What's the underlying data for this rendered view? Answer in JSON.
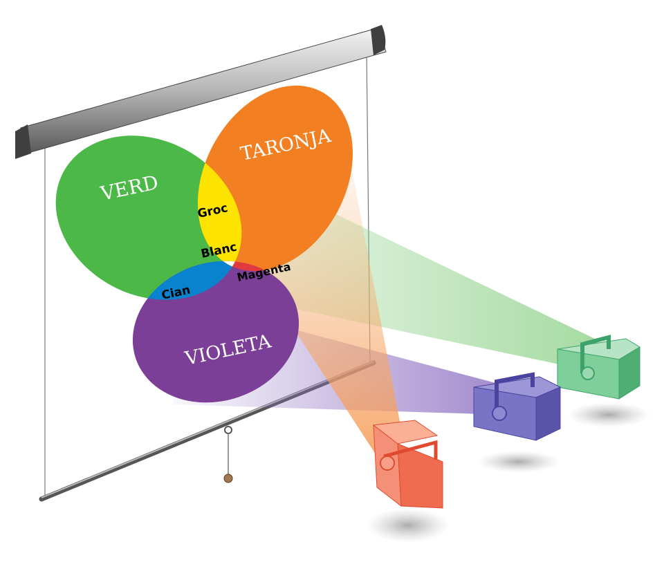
{
  "diagram": {
    "labels": {
      "green": "VERD",
      "orange": "TARONJA",
      "purple": "VIOLETA",
      "yellow": "Groc",
      "white": "Blanc",
      "magenta": "Magenta",
      "cyan": "Cian"
    },
    "colors": {
      "green": "#4cb848",
      "orange": "#f28022",
      "purple": "#7c3f98",
      "yellow": "#fde300",
      "white": "#ffffff",
      "magenta": "#e03a3e",
      "cyan": "#0a83cf"
    }
  }
}
